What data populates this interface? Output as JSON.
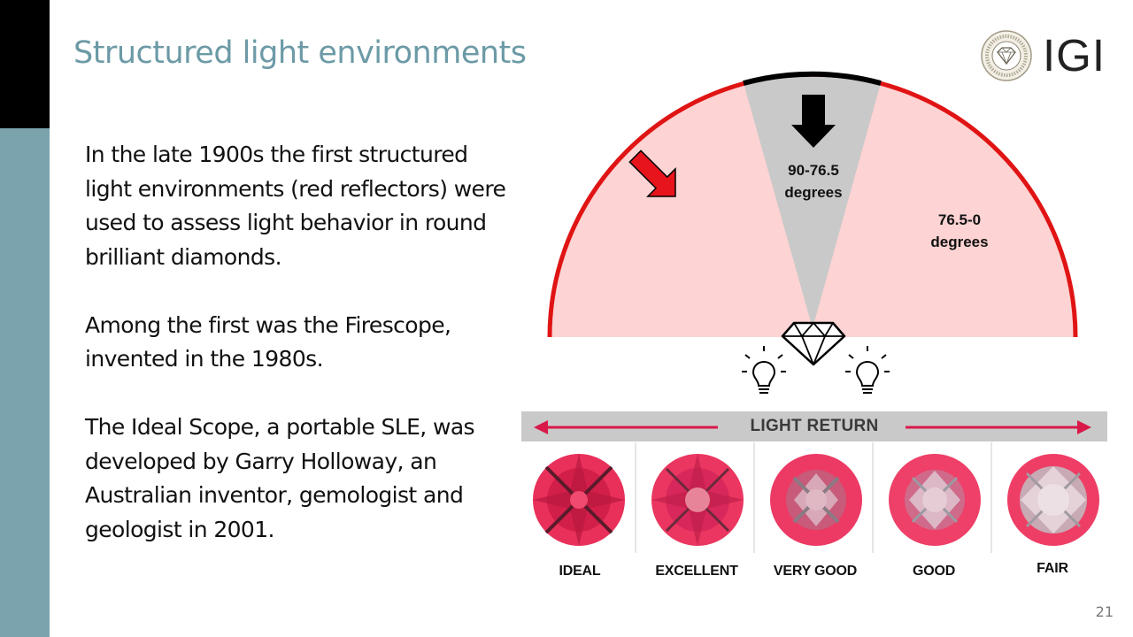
{
  "slide": {
    "title": "Structured light environments",
    "page_number": "21"
  },
  "logo": {
    "brand_text": "IGI"
  },
  "body": {
    "paragraphs": [
      "In the late 1900s the first structured light environments (red reflectors) were used to assess light behavior in round brilliant diamonds.",
      "Among the first was the Firescope, invented in the 1980s.",
      "The Ideal Scope, a portable SLE, was developed by Garry Holloway, an Australian inventor, gemologist and geologist in 2001."
    ]
  },
  "diagram": {
    "center_zone_label_line1": "90-76.5",
    "center_zone_label_line2": "degrees",
    "side_zone_label_line1": "76.5-0",
    "side_zone_label_line2": "degrees",
    "colors": {
      "reflector_fill": "#fdd3d3",
      "reflector_rim": "#e01414",
      "center_zone": "#c9c9c9",
      "arrow_red": "#e8141c"
    }
  },
  "light_return": {
    "bar_label": "LIGHT RETURN",
    "arrow_color": "#d8194a",
    "grades": [
      "IDEAL",
      "EXCELLENT",
      "VERY GOOD",
      "GOOD",
      "FAIR"
    ]
  }
}
